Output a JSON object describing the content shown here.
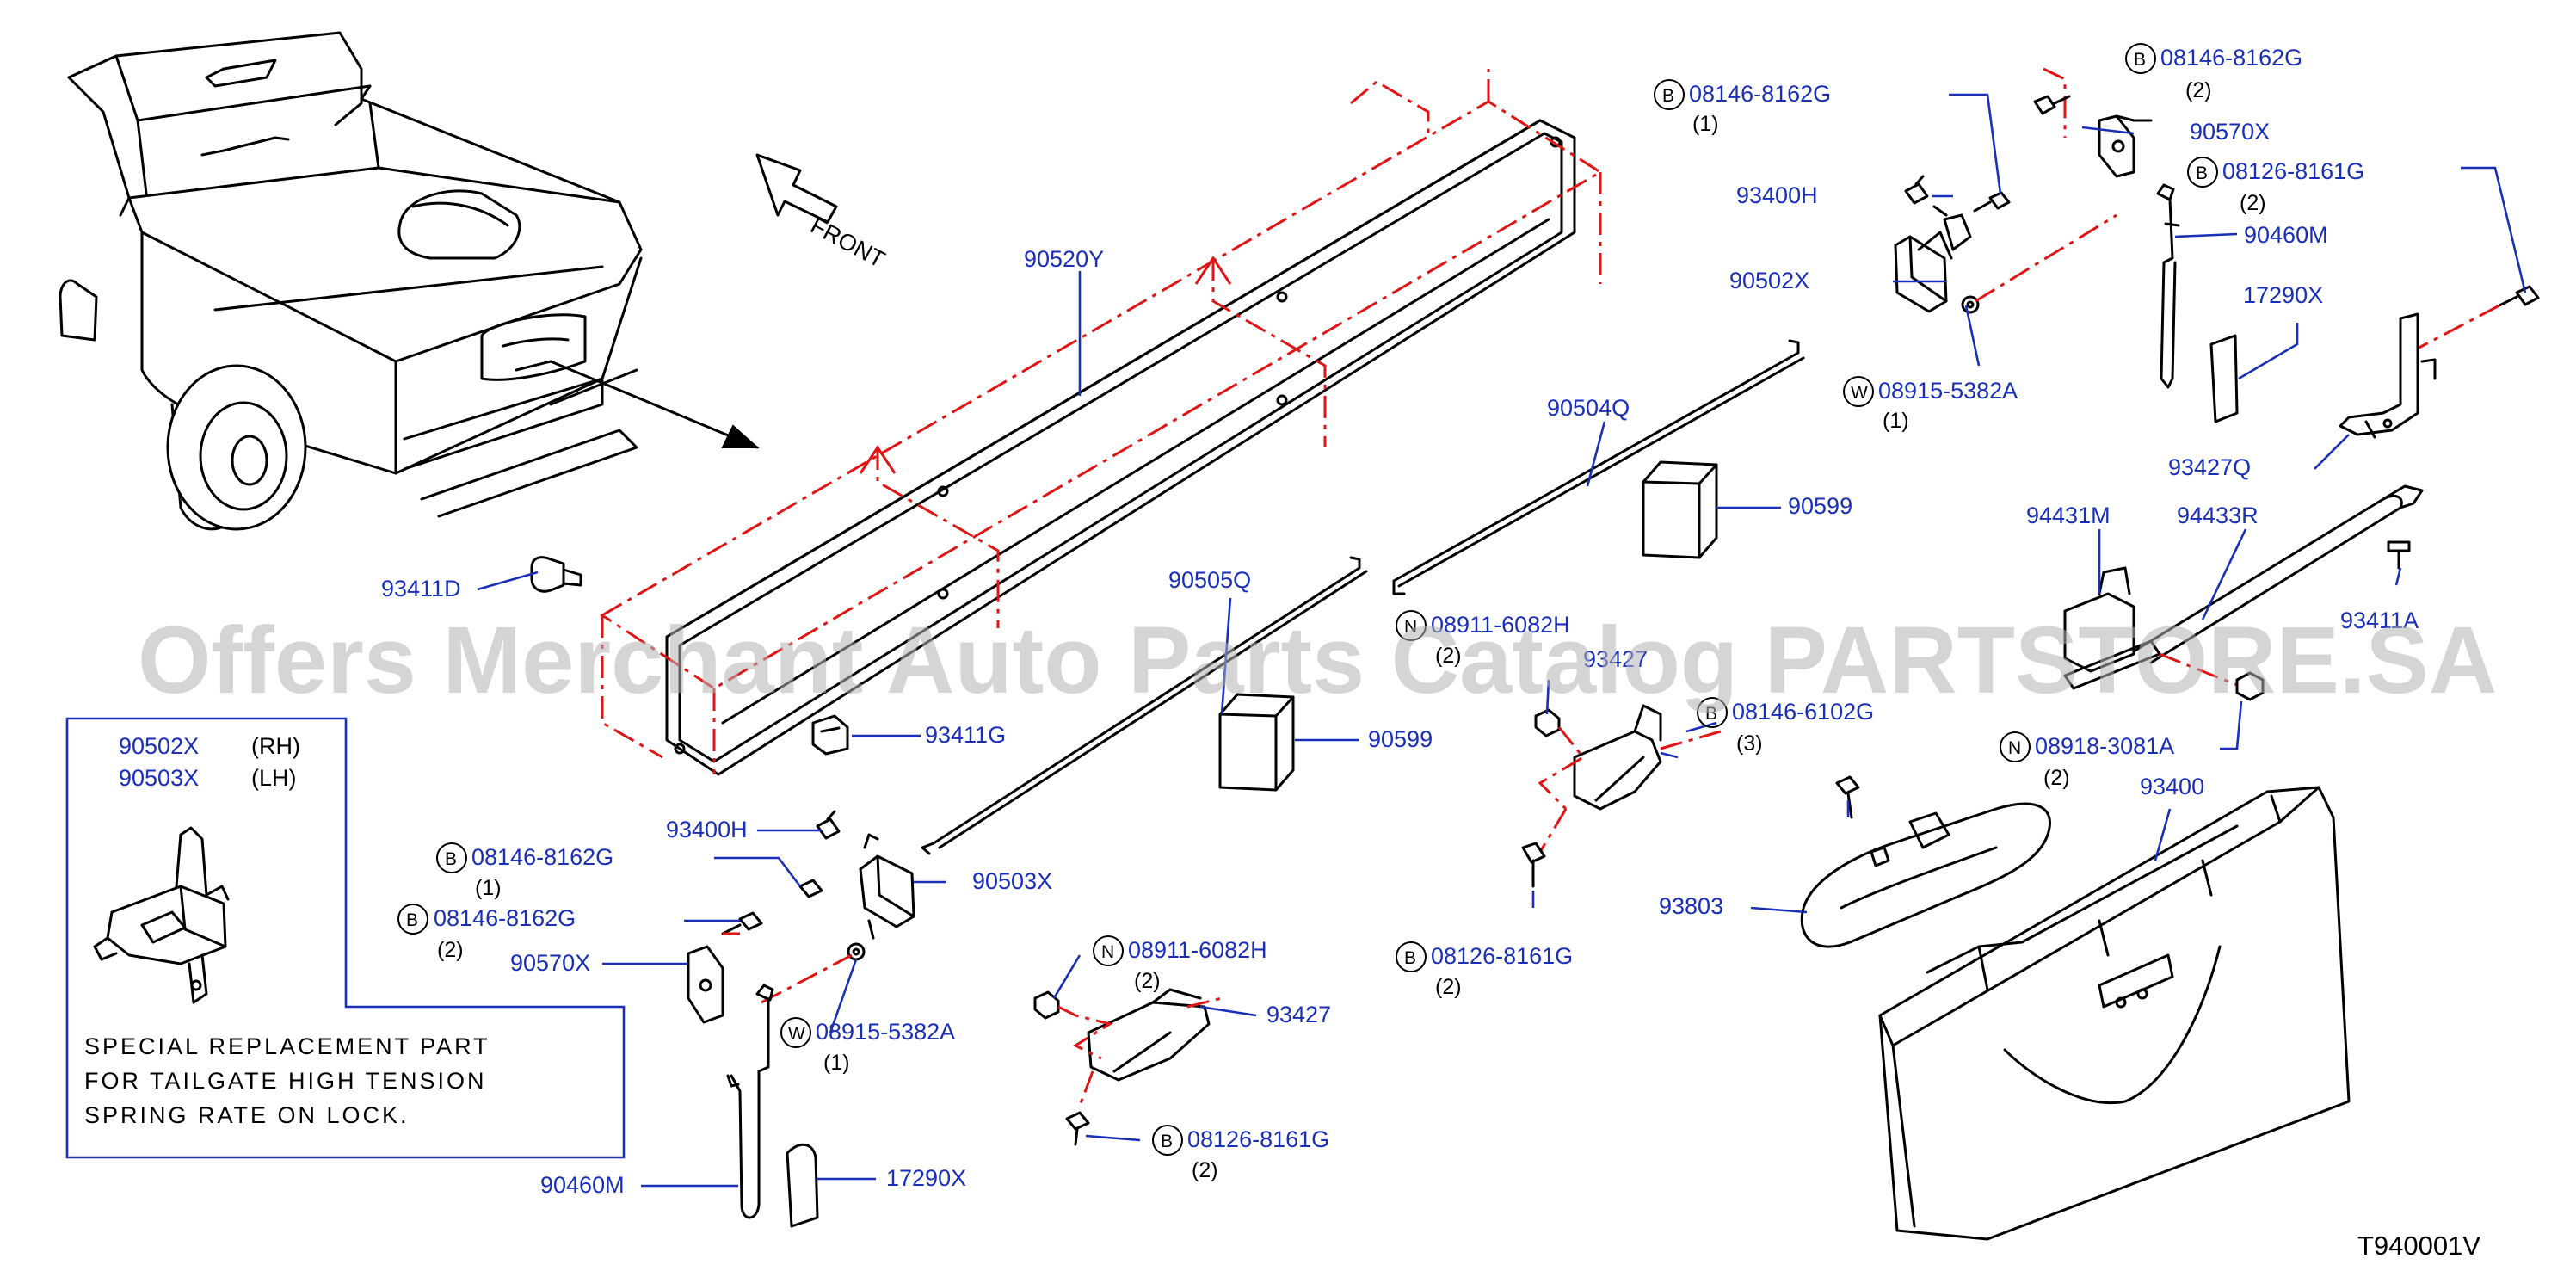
{
  "labels": {
    "p90520Y": "90520Y",
    "p93411D": "93411D",
    "p93411G": "93411G",
    "p90505Q": "90505Q",
    "p90599a": "90599",
    "p90599b": "90599",
    "p90504Q": "90504Q",
    "p93400H_top": "93400H",
    "p90502X_top": "90502X",
    "p08146_8162G_top": "08146-8162G",
    "q08146_8162G_top": "(1)",
    "p08915_5382A_top": "08915-5382A",
    "q08915_5382A_top": "(1)",
    "p08146_8162G_right": "08146-8162G",
    "q08146_8162G_right": "(2)",
    "p90570X_top": "90570X",
    "p08126_8161G_top": "08126-8161G",
    "q08126_8161G_top": "(2)",
    "p90460M_top": "90460M",
    "p17290X_top": "17290X",
    "p93427Q": "93427Q",
    "p94431M": "94431M",
    "p94433R": "94433R",
    "p93411A": "93411A",
    "p08911_6082H_mid": "08911-6082H",
    "q08911_6082H_mid": "(2)",
    "p93427_mid": "93427",
    "p08146_6102G": "08146-6102G",
    "q08146_6102G": "(3)",
    "p08126_8161G_mid": "08126-8161G",
    "q08126_8161G_mid": "(2)",
    "p08918_3081A": "08918-3081A",
    "q08918_3081A": "(2)",
    "p93400": "93400",
    "p93803": "93803",
    "p93400H_bot": "93400H",
    "p08146_8162G_bot1": "08146-8162G",
    "q08146_8162G_bot1": "(1)",
    "p08146_8162G_bot2": "08146-8162G",
    "q08146_8162G_bot2": "(2)",
    "p90570X_bot": "90570X",
    "p90503X": "90503X",
    "p08915_5382A_bot": "08915-5382A",
    "q08915_5382A_bot": "(1)",
    "p90460M_bot": "90460M",
    "p17290X_bot": "17290X",
    "p08911_6082H_bot": "08911-6082H",
    "q08911_6082H_bot": "(2)",
    "p93427_bot": "93427",
    "p08126_8161G_bot": "08126-8161G",
    "q08126_8161G_bot": "(2)"
  },
  "circle_letters": {
    "bolt": "B",
    "washer": "W",
    "nut": "N"
  },
  "front_label": "FRONT",
  "inset": {
    "rh_part": "90502X",
    "rh_side": "(RH)",
    "lh_part": "90503X",
    "lh_side": "(LH)",
    "note_line1": "SPECIAL  REPLACEMENT  PART",
    "note_line2": "FOR  TAILGATE  HIGH  TENSION",
    "note_line3": "SPRING  RATE  ON  LOCK."
  },
  "diagram_code": "T940001V",
  "watermark": "Offers Merchant Auto Parts Catalog PARTSTORE.SA",
  "colors": {
    "label_blue": "#1a2fb8",
    "assembly_red": "#e01515",
    "line_black": "#000000",
    "watermark_gray": "#b4b4b4"
  }
}
